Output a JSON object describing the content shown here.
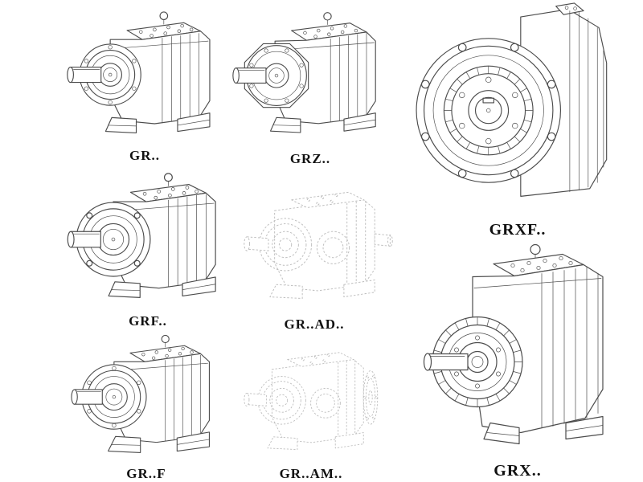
{
  "page": {
    "background": "#ffffff",
    "line_color": "#4c4c4c",
    "faded_line_color": "#bdbdbd",
    "label_color": "#111111"
  },
  "figures": [
    {
      "id": "gr",
      "label": "GR..",
      "drawing": "foot-mounted-helical-gear-unit-drawing"
    },
    {
      "id": "grz",
      "label": "GRZ..",
      "drawing": "foot-mounted-gear-unit-octagon-front-drawing"
    },
    {
      "id": "grxf",
      "label": "GRXF..",
      "drawing": "flange-mounted-gear-unit-front-view-drawing"
    },
    {
      "id": "grf",
      "label": "GRF..",
      "drawing": "flange-mounted-helical-gear-unit-drawing"
    },
    {
      "id": "gr-ad",
      "label": "GR..AD..",
      "drawing": "gear-unit-with-input-shaft-adapter-phantom-drawing"
    },
    {
      "id": "grx",
      "label": "GRX..",
      "drawing": "large-foot-mounted-gear-unit-drawing"
    },
    {
      "id": "gr-f",
      "label": "GR..F",
      "drawing": "gear-unit-with-output-flange-drawing"
    },
    {
      "id": "gr-am",
      "label": "GR..AM..",
      "drawing": "gear-unit-with-motor-adapter-flange-phantom-drawing"
    }
  ]
}
